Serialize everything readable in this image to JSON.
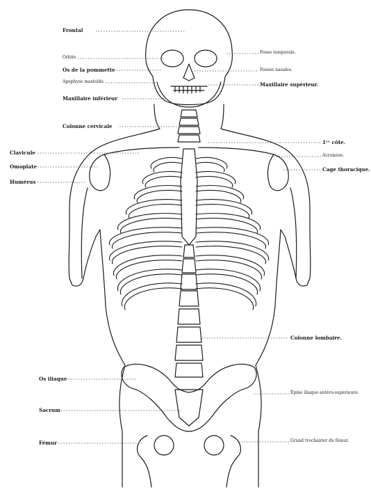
{
  "labels_left": {
    "frontal": "Frontal",
    "orbite": "Orbite",
    "pommette": "Os de la pommette",
    "apophyse": "Apophyse mastoïde",
    "maxillaire_inf": "Maxillaire inférieur",
    "colonne_cerv": "Colonne cervicale",
    "clavicule": "Clavicule",
    "omoplate": "Omoplate",
    "humerus": "Humérus",
    "os_iliaque": "Os iliaque",
    "sacrum": "Sacrum",
    "femur": "Fémur"
  },
  "labels_right": {
    "fosse_temp": "Fosse temporale.",
    "fosses_nasales": "Fosses nasales.",
    "maxillaire_sup": "Maxillaire supérieur.",
    "premiere_cote": "1ʳᵉ côte.",
    "acromion": "Acromion.",
    "cage": "Cage thoracique.",
    "colonne_lomb": "Colonne lombaire.",
    "epine": "Épine iliaque antéro-supérieure.",
    "trochanter": "Grand trochanter du fémur."
  },
  "colors": {
    "ink": "#1a1a1a",
    "paper": "#ffffff",
    "leader": "#444444"
  }
}
